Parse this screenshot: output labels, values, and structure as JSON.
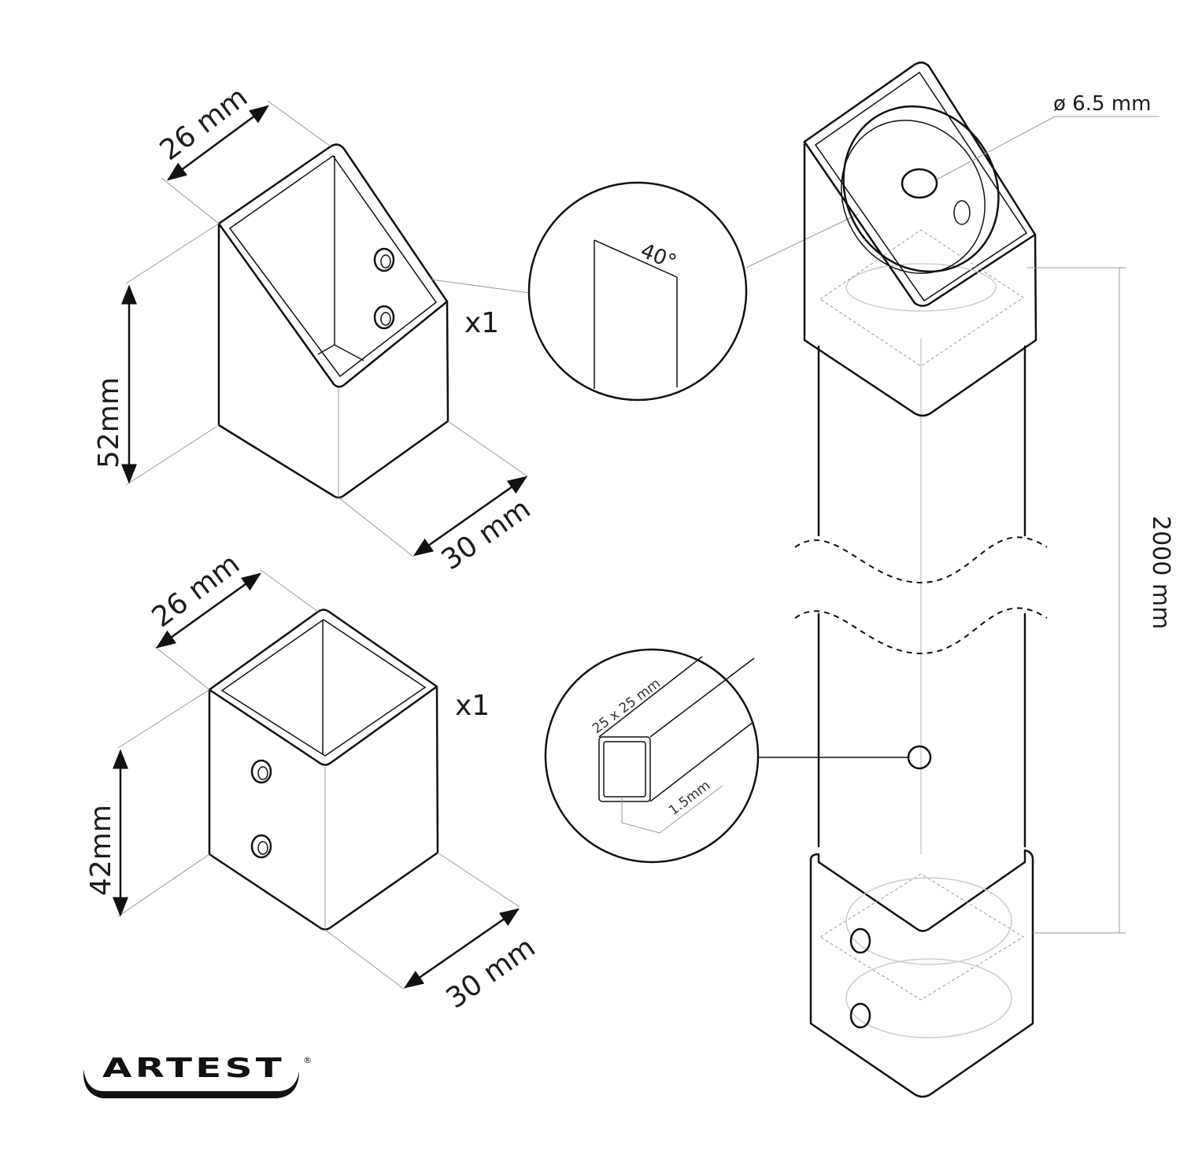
{
  "top_bracket": {
    "width_label": "26 mm",
    "height_label": "52mm",
    "depth_label": "30 mm",
    "quantity": "x1"
  },
  "bottom_bracket": {
    "width_label": "26 mm",
    "height_label": "42mm",
    "depth_label": "30 mm",
    "quantity": "x1"
  },
  "angle_detail": {
    "angle_label": "40°"
  },
  "tube_detail": {
    "size_label": "25 x 25 mm",
    "wall_label": "1.5mm"
  },
  "post": {
    "hole_label": "ø 6.5 mm",
    "length_label": "2000 mm"
  },
  "logo": {
    "brand": "ARTEST",
    "registered": "®"
  }
}
